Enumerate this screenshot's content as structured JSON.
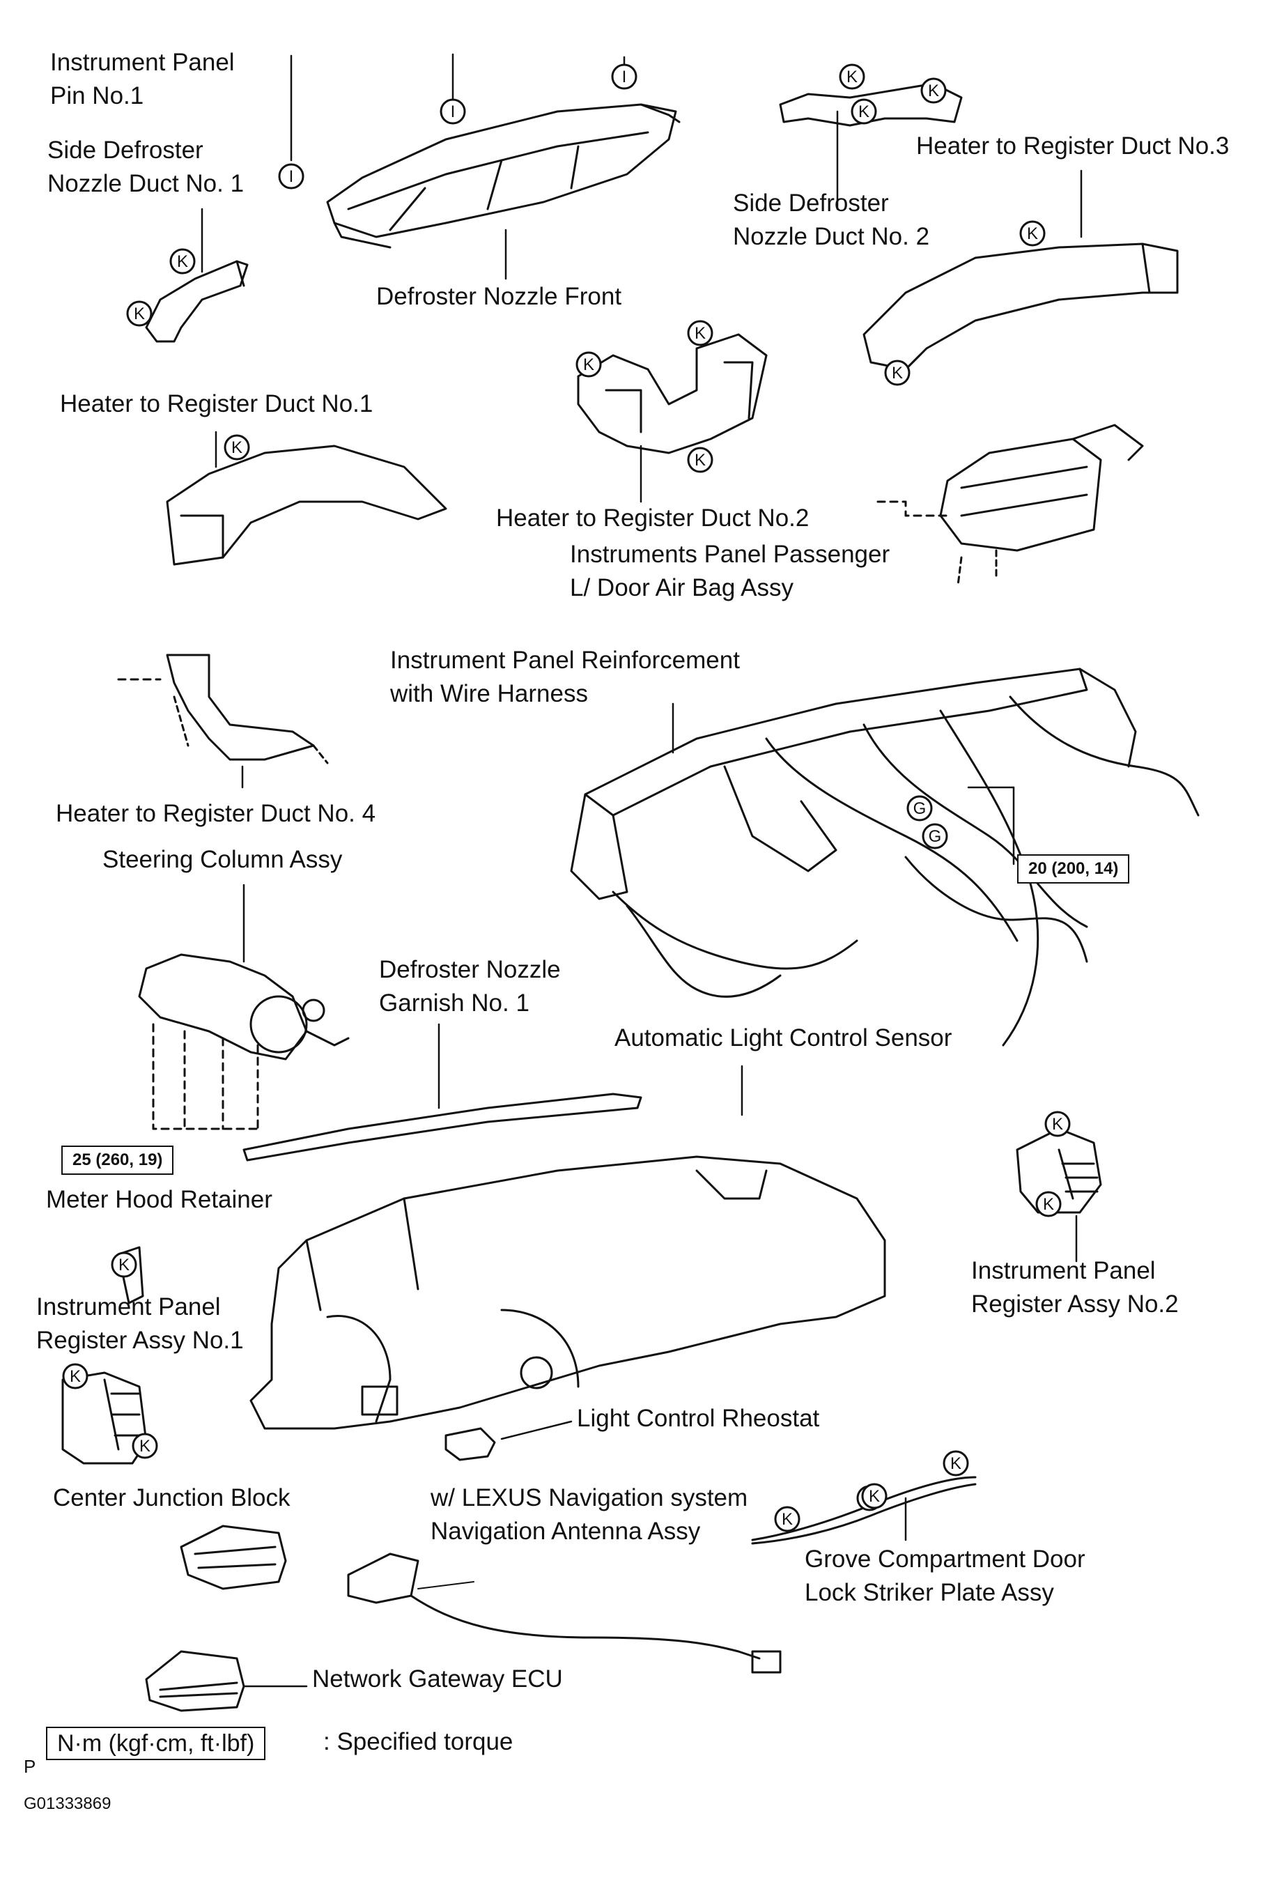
{
  "labels": {
    "instrument_panel_pin": [
      "Instrument Panel",
      "Pin No.1"
    ],
    "side_defroster_duct_1": [
      "Side Defroster",
      "Nozzle Duct No. 1"
    ],
    "defroster_nozzle_front": "Defroster Nozzle Front",
    "side_defroster_duct_2": [
      "Side Defroster",
      "Nozzle Duct No. 2"
    ],
    "heater_register_duct_3": "Heater to Register Duct No.3",
    "heater_register_duct_1": "Heater to Register Duct No.1",
    "heater_register_duct_2": "Heater to Register Duct No.2",
    "passenger_airbag": [
      "Instruments Panel Passenger",
      "L/ Door Air Bag Assy"
    ],
    "panel_reinforcement": [
      "Instrument Panel Reinforcement",
      "with Wire Harness"
    ],
    "heater_register_duct_4": "Heater to Register Duct No. 4",
    "steering_column": "Steering Column Assy",
    "defroster_garnish": [
      "Defroster Nozzle",
      "Garnish No. 1"
    ],
    "auto_light_sensor": "Automatic Light Control Sensor",
    "meter_hood_retainer": "Meter Hood Retainer",
    "register_assy_1": [
      "Instrument Panel",
      "Register Assy No.1"
    ],
    "register_assy_2": [
      "Instrument Panel",
      "Register Assy No.2"
    ],
    "light_control_rheostat": "Light Control Rheostat",
    "center_junction_block": "Center Junction Block",
    "navigation_antenna": [
      "w/ LEXUS Navigation system",
      "Navigation Antenna Assy"
    ],
    "glove_striker": [
      "Grove Compartment Door",
      "Lock Striker Plate Assy"
    ],
    "network_gateway": "Network Gateway ECU"
  },
  "torque_specs": {
    "reinforcement_bolts": "20 (200, 14)",
    "steering_column_nuts": "25 (260, 19)"
  },
  "clip_markers": {
    "k_clip": "K",
    "i_clip": "I",
    "g_clip": "G"
  },
  "legend": {
    "unit_box": "N·m (kgf·cm, ft·lbf)",
    "description": ": Specified torque"
  },
  "footer": {
    "page_letter": "P",
    "figure_code": "G01333869"
  }
}
